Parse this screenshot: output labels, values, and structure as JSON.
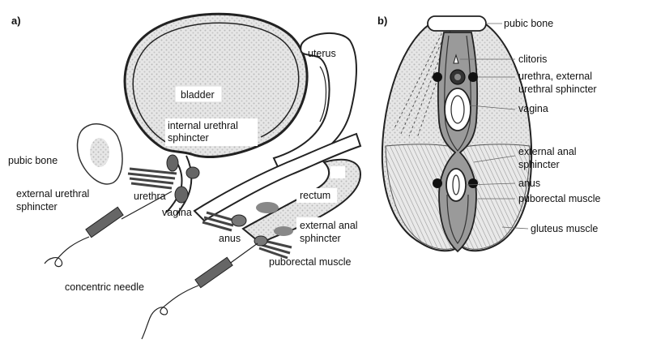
{
  "panel_a": {
    "tag": "a)",
    "labels": {
      "bladder": "bladder",
      "uterus": "uterus",
      "internal_sphincter_1": "internal urethral",
      "internal_sphincter_2": "sphincter",
      "pubic_bone": "pubic bone",
      "ext_urethral_1": "external urethral",
      "ext_urethral_2": "sphincter",
      "urethra": "urethra",
      "vagina": "vagina",
      "rectum": "rectum",
      "ext_anal_1": "external anal",
      "ext_anal_2": "sphincter",
      "anus": "anus",
      "puborectal": "puborectal muscle",
      "needle": "concentric needle"
    }
  },
  "panel_b": {
    "tag": "b)",
    "labels": {
      "pubic_bone": "pubic bone",
      "clitoris": "clitoris",
      "urethra_1": "urethra, external",
      "urethra_2": "urethral sphincter",
      "vagina": "vagina",
      "ext_anal_1": "external anal",
      "ext_anal_2": "sphincter",
      "anus": "anus",
      "puborectal": "puborectal muscle",
      "gluteus": "gluteus muscle"
    }
  },
  "colors": {
    "stroke": "#222222",
    "dots_fill": "#d9d9d9",
    "muscle": "#555555",
    "sphincter": "#6e6e6e"
  }
}
